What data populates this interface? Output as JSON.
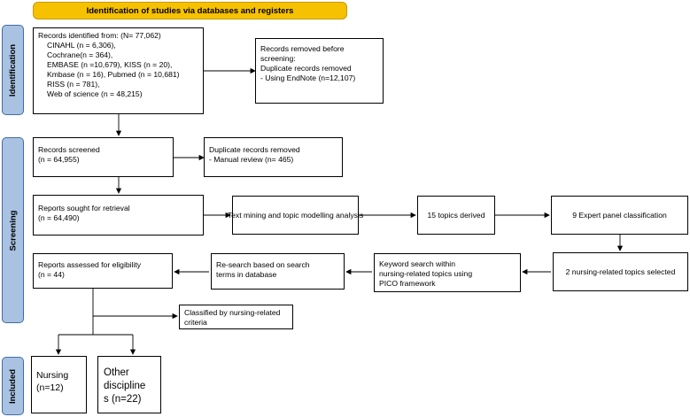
{
  "header": {
    "title": "Identification of studies via databases and registers"
  },
  "stages": {
    "identification": "Identification",
    "screening": "Screening",
    "included": "Included"
  },
  "boxes": {
    "records_identified": {
      "title": "Records identified from: (N= 77,062)",
      "lines": [
        "CINAHL (n = 6,306),",
        "Cochrane(n = 364),",
        "EMBASE (n =10,679), KISS (n = 20),",
        "Kmbase (n = 16), Pubmed (n = 10,681)",
        "RISS (n = 781),",
        "Web of science (n = 48,215)"
      ]
    },
    "removed_before_screening": {
      "lines": [
        "Records removed before",
        "screening:",
        "Duplicate records removed",
        "- Using EndNote (n=12,107)"
      ]
    },
    "records_screened": {
      "lines": [
        "Records screened",
        "(n = 64,955)"
      ]
    },
    "duplicate_manual": {
      "lines": [
        "Duplicate records removed",
        "- Manual review (n= 465)"
      ]
    },
    "reports_sought": {
      "lines": [
        "Reports sought for retrieval",
        "(n = 64,490)"
      ]
    },
    "text_mining": {
      "label": "Text mining and topic modelling analysis"
    },
    "topics_derived": {
      "label": "15 topics derived"
    },
    "expert_panel": {
      "label": "9 Expert panel classification"
    },
    "nursing_topics_selected": {
      "label": "2 nursing-related topics selected"
    },
    "keyword_search": {
      "lines": [
        "Keyword search within",
        "nursing-related topics using",
        "PICO framework"
      ]
    },
    "re_search": {
      "lines": [
        "Re-search based on search",
        "terms in database"
      ]
    },
    "reports_assessed": {
      "lines": [
        "Reports assessed for eligibility",
        "(n = 44)"
      ]
    },
    "classified": {
      "lines": [
        "Classified by nursing-related",
        "criteria"
      ]
    },
    "nursing": {
      "lines": [
        "Nursing",
        "(n=12)"
      ]
    },
    "other": {
      "lines": [
        "Other",
        "discipline",
        "s (n=22)"
      ]
    }
  }
}
